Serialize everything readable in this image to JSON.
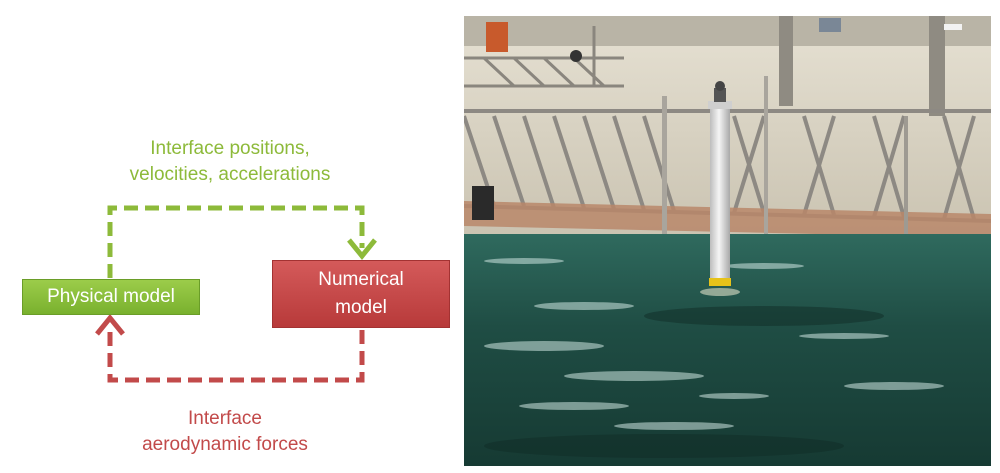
{
  "diagram": {
    "top_label_line1": "Interface positions,",
    "top_label_line2": "velocities, accelerations",
    "physical_model": "Physical model",
    "numerical_model_line1": "Numerical",
    "numerical_model_line2": "model",
    "bottom_label_line1": "Interface",
    "bottom_label_line2": "aerodynamic forces",
    "colors": {
      "green": "#8dba3a",
      "red": "#c24a4a",
      "green_box": "#8cc03e",
      "red_box": "#c44848"
    }
  },
  "photo": {
    "description_icon": "wave-tank-photo",
    "colors": {
      "water": "#1f4a42",
      "wall": "#d9d3c4",
      "truss": "#9a9690",
      "pole": "#e8e8e8",
      "buoy": "#e6c21a"
    }
  }
}
